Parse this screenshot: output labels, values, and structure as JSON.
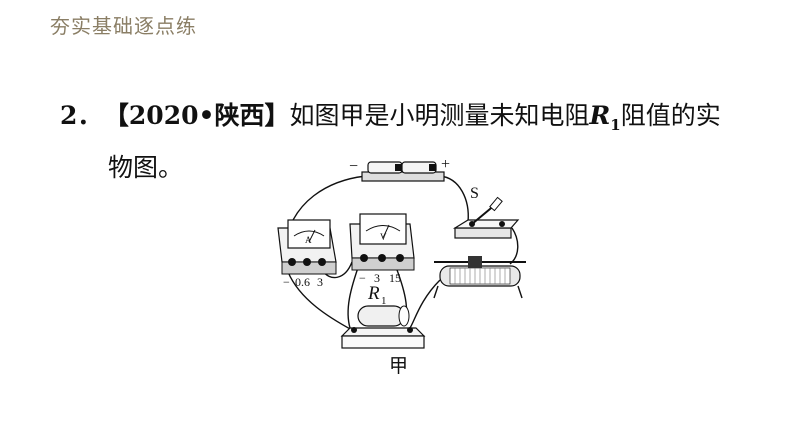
{
  "header": {
    "title": "夯实基础逐点练"
  },
  "question": {
    "number": "2．",
    "source": "【2020•陕西】",
    "text_before": "如图甲是小明测量未知电阻",
    "var": "R",
    "sub": "1",
    "text_after": "阻值的实",
    "text_line2": "物图。"
  },
  "figure": {
    "battery_minus": "−",
    "battery_plus": "+",
    "switch_label": "S",
    "ammeter_symbol": "A",
    "ammeter_terminals": [
      "−",
      "0.6",
      "3"
    ],
    "voltmeter_symbol": "V",
    "voltmeter_terminals": [
      "−",
      "3",
      "15"
    ],
    "resistor_var": "R",
    "resistor_sub": "1",
    "caption": "甲"
  }
}
